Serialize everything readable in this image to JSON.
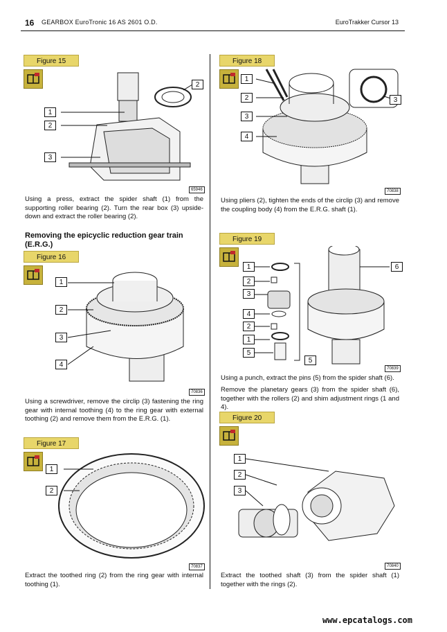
{
  "header": {
    "page_number": "16",
    "left_title": "GEARBOX EuroTronic 16 AS 2601 O.D.",
    "right_title": "EuroTrakker Cursor 13"
  },
  "figures": [
    {
      "label": "Figure 15",
      "code": "65946",
      "callouts": [
        "1",
        "2",
        "3",
        "2"
      ],
      "caption": "Using a press, extract the spider shaft (1) from the supporting roller bearing (2). Turn the rear box (3) upside-down and extract the roller bearing (2)."
    },
    {
      "label": "Figure 16",
      "code": "70836",
      "callouts": [
        "1",
        "2",
        "3",
        "4"
      ],
      "caption": "Using a screwdriver, remove the circlip (3) fastening the ring gear with internal toothing (4) to the ring gear with external toothing (2) and remove them from the E.R.G. (1)."
    },
    {
      "label": "Figure 17",
      "code": "70837",
      "callouts": [
        "1",
        "2"
      ],
      "caption": "Extract the toothed ring (2) from the ring gear with internal toothing (1)."
    },
    {
      "label": "Figure 18",
      "code": "70838",
      "callouts": [
        "1",
        "2",
        "3",
        "4",
        "3"
      ],
      "caption": "Using pliers (2), tighten the ends of the circlip (3) and remove the coupling body (4) from the E.R.G. shaft (1)."
    },
    {
      "label": "Figure 19",
      "code": "70839",
      "callouts": [
        "1",
        "2",
        "3",
        "4",
        "2",
        "1",
        "5",
        "6",
        "5"
      ],
      "caption": "Using a punch, extract the pins (5) from the spider shaft (6).",
      "caption2": "Remove the planetary gears (3) from the spider shaft (6), together with the rollers (2) and shim adjustment rings (1 and 4)."
    },
    {
      "label": "Figure 20",
      "code": "70840",
      "callouts": [
        "1",
        "2",
        "3"
      ],
      "caption": "Extract the toothed shaft (3) from the spider shaft (1) together with the rings (2)."
    }
  ],
  "section_heading": "Removing the epicyclic reduction gear train (E.R.G.)",
  "footer": {
    "url": "www.epcatalogs.com"
  },
  "colors": {
    "figure_label_bg": "#e8d66a",
    "icon_bg": "#c7b23c",
    "icon_mark": "#c0282c"
  }
}
